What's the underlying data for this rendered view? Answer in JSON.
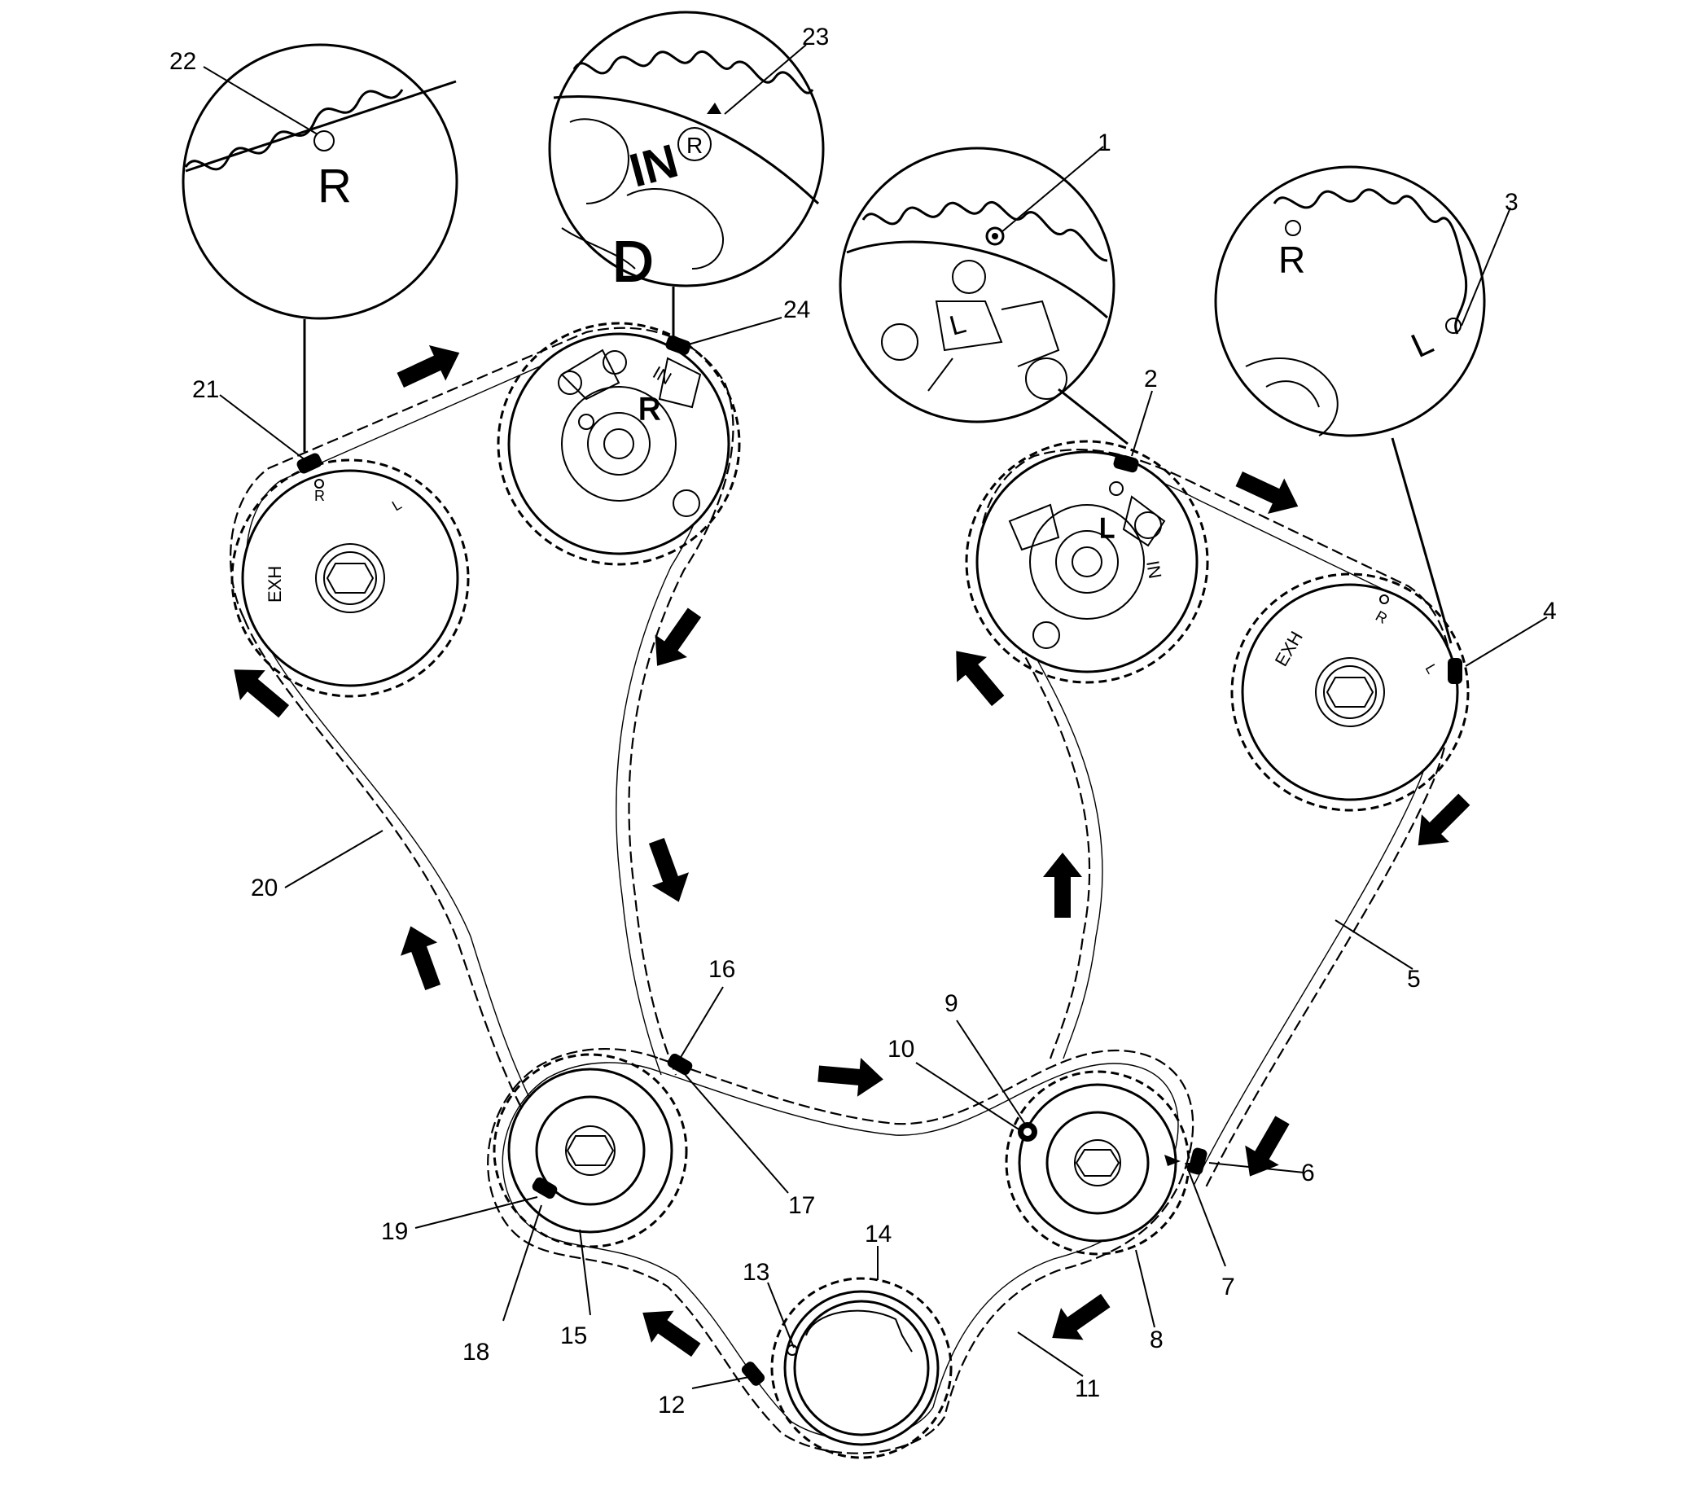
{
  "callouts": {
    "c1": "1",
    "c2": "2",
    "c3": "3",
    "c4": "4",
    "c5": "5",
    "c6": "6",
    "c7": "7",
    "c8": "8",
    "c9": "9",
    "c10": "10",
    "c11": "11",
    "c12": "12",
    "c13": "13",
    "c14": "14",
    "c15": "15",
    "c16": "16",
    "c17": "17",
    "c18": "18",
    "c19": "19",
    "c20": "20",
    "c21": "21",
    "c22": "22",
    "c23": "23",
    "c24": "24"
  },
  "engravings": {
    "left_exhaust_label": "EXH",
    "left_exhaust_mark_r": "R",
    "left_exhaust_mark_l": "L",
    "left_intake_label": "IN",
    "left_intake_mark_r": "R",
    "right_intake_mark_l": "L",
    "right_intake_label": "IN",
    "right_exhaust_label": "EXH",
    "right_exhaust_mark_r": "R",
    "right_exhaust_mark_l": "L",
    "detail22_mark": "R",
    "detail23_label": "IN",
    "detail23_mark": "R",
    "detail23_letter": "D",
    "detail1_mark": "L",
    "detail3_mark_r": "R",
    "detail3_mark_l": "L"
  }
}
